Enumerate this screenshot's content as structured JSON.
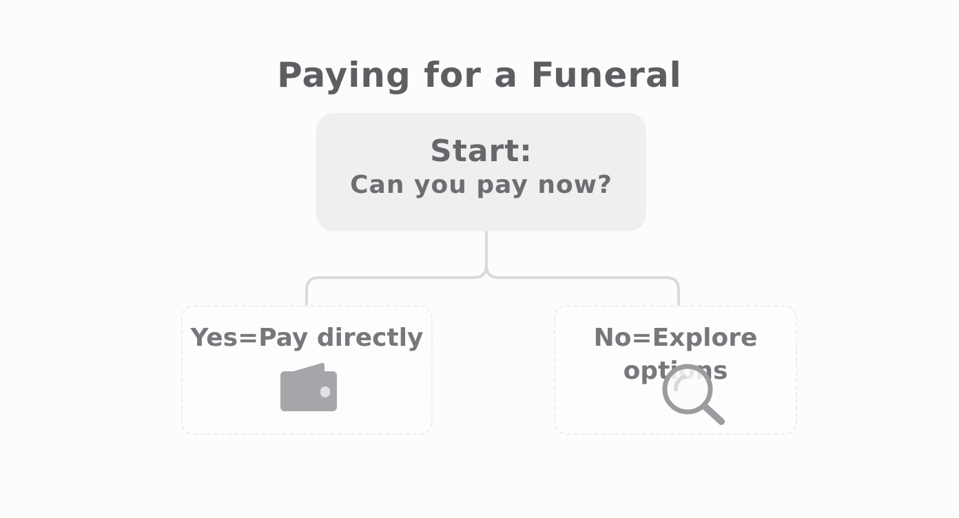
{
  "title": "Paying for a Funeral",
  "start": {
    "line1": "Start:",
    "line2": "Can you pay now?"
  },
  "options": [
    {
      "label": "Yes=Pay directly",
      "icon": "wallet-icon"
    },
    {
      "label": "No=Explore options",
      "icon": "magnifier-icon"
    }
  ],
  "colors": {
    "background": "#fcfcfc",
    "start_box": "#efefef",
    "text": "#636267",
    "icon": "#a6a5a9",
    "connector": "#d9d9d9"
  }
}
